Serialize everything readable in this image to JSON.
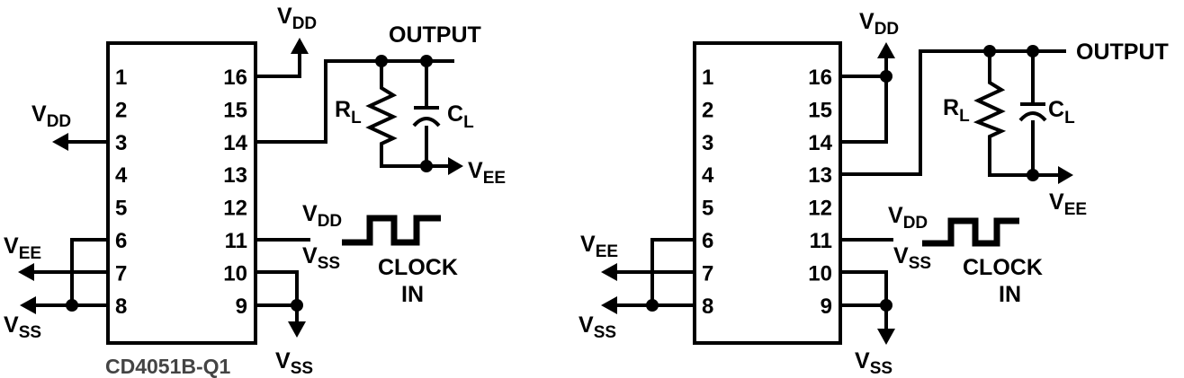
{
  "left_circuit": {
    "part_number": "CD4051B-Q1",
    "pins_left": [
      "1",
      "2",
      "3",
      "4",
      "5",
      "6",
      "7",
      "8"
    ],
    "pins_right": [
      "16",
      "15",
      "14",
      "13",
      "12",
      "11",
      "10",
      "9"
    ],
    "labels": {
      "vdd_top": {
        "main": "V",
        "sub": "DD"
      },
      "vdd_pin3": {
        "main": "V",
        "sub": "DD"
      },
      "vee_left": {
        "main": "V",
        "sub": "EE"
      },
      "vss_left": {
        "main": "V",
        "sub": "SS"
      },
      "vss_bottom": {
        "main": "V",
        "sub": "SS"
      },
      "vee_load": {
        "main": "V",
        "sub": "EE"
      },
      "clk_vdd": {
        "main": "V",
        "sub": "DD"
      },
      "clk_vss": {
        "main": "V",
        "sub": "SS"
      },
      "rl": {
        "main": "R",
        "sub": "L"
      },
      "cl": {
        "main": "C",
        "sub": "L"
      },
      "output": "OUTPUT",
      "clock": "CLOCK",
      "in": "IN"
    }
  },
  "right_circuit": {
    "pins_left": [
      "1",
      "2",
      "3",
      "4",
      "5",
      "6",
      "7",
      "8"
    ],
    "pins_right": [
      "16",
      "15",
      "14",
      "13",
      "12",
      "11",
      "10",
      "9"
    ],
    "labels": {
      "vdd_top": {
        "main": "V",
        "sub": "DD"
      },
      "vee_left": {
        "main": "V",
        "sub": "EE"
      },
      "vss_left": {
        "main": "V",
        "sub": "SS"
      },
      "vss_bottom": {
        "main": "V",
        "sub": "SS"
      },
      "vee_load": {
        "main": "V",
        "sub": "EE"
      },
      "clk_vdd": {
        "main": "V",
        "sub": "DD"
      },
      "clk_vss": {
        "main": "V",
        "sub": "SS"
      },
      "rl": {
        "main": "R",
        "sub": "L"
      },
      "cl": {
        "main": "C",
        "sub": "L"
      },
      "output": "OUTPUT",
      "clock": "CLOCK",
      "in": "IN"
    }
  }
}
